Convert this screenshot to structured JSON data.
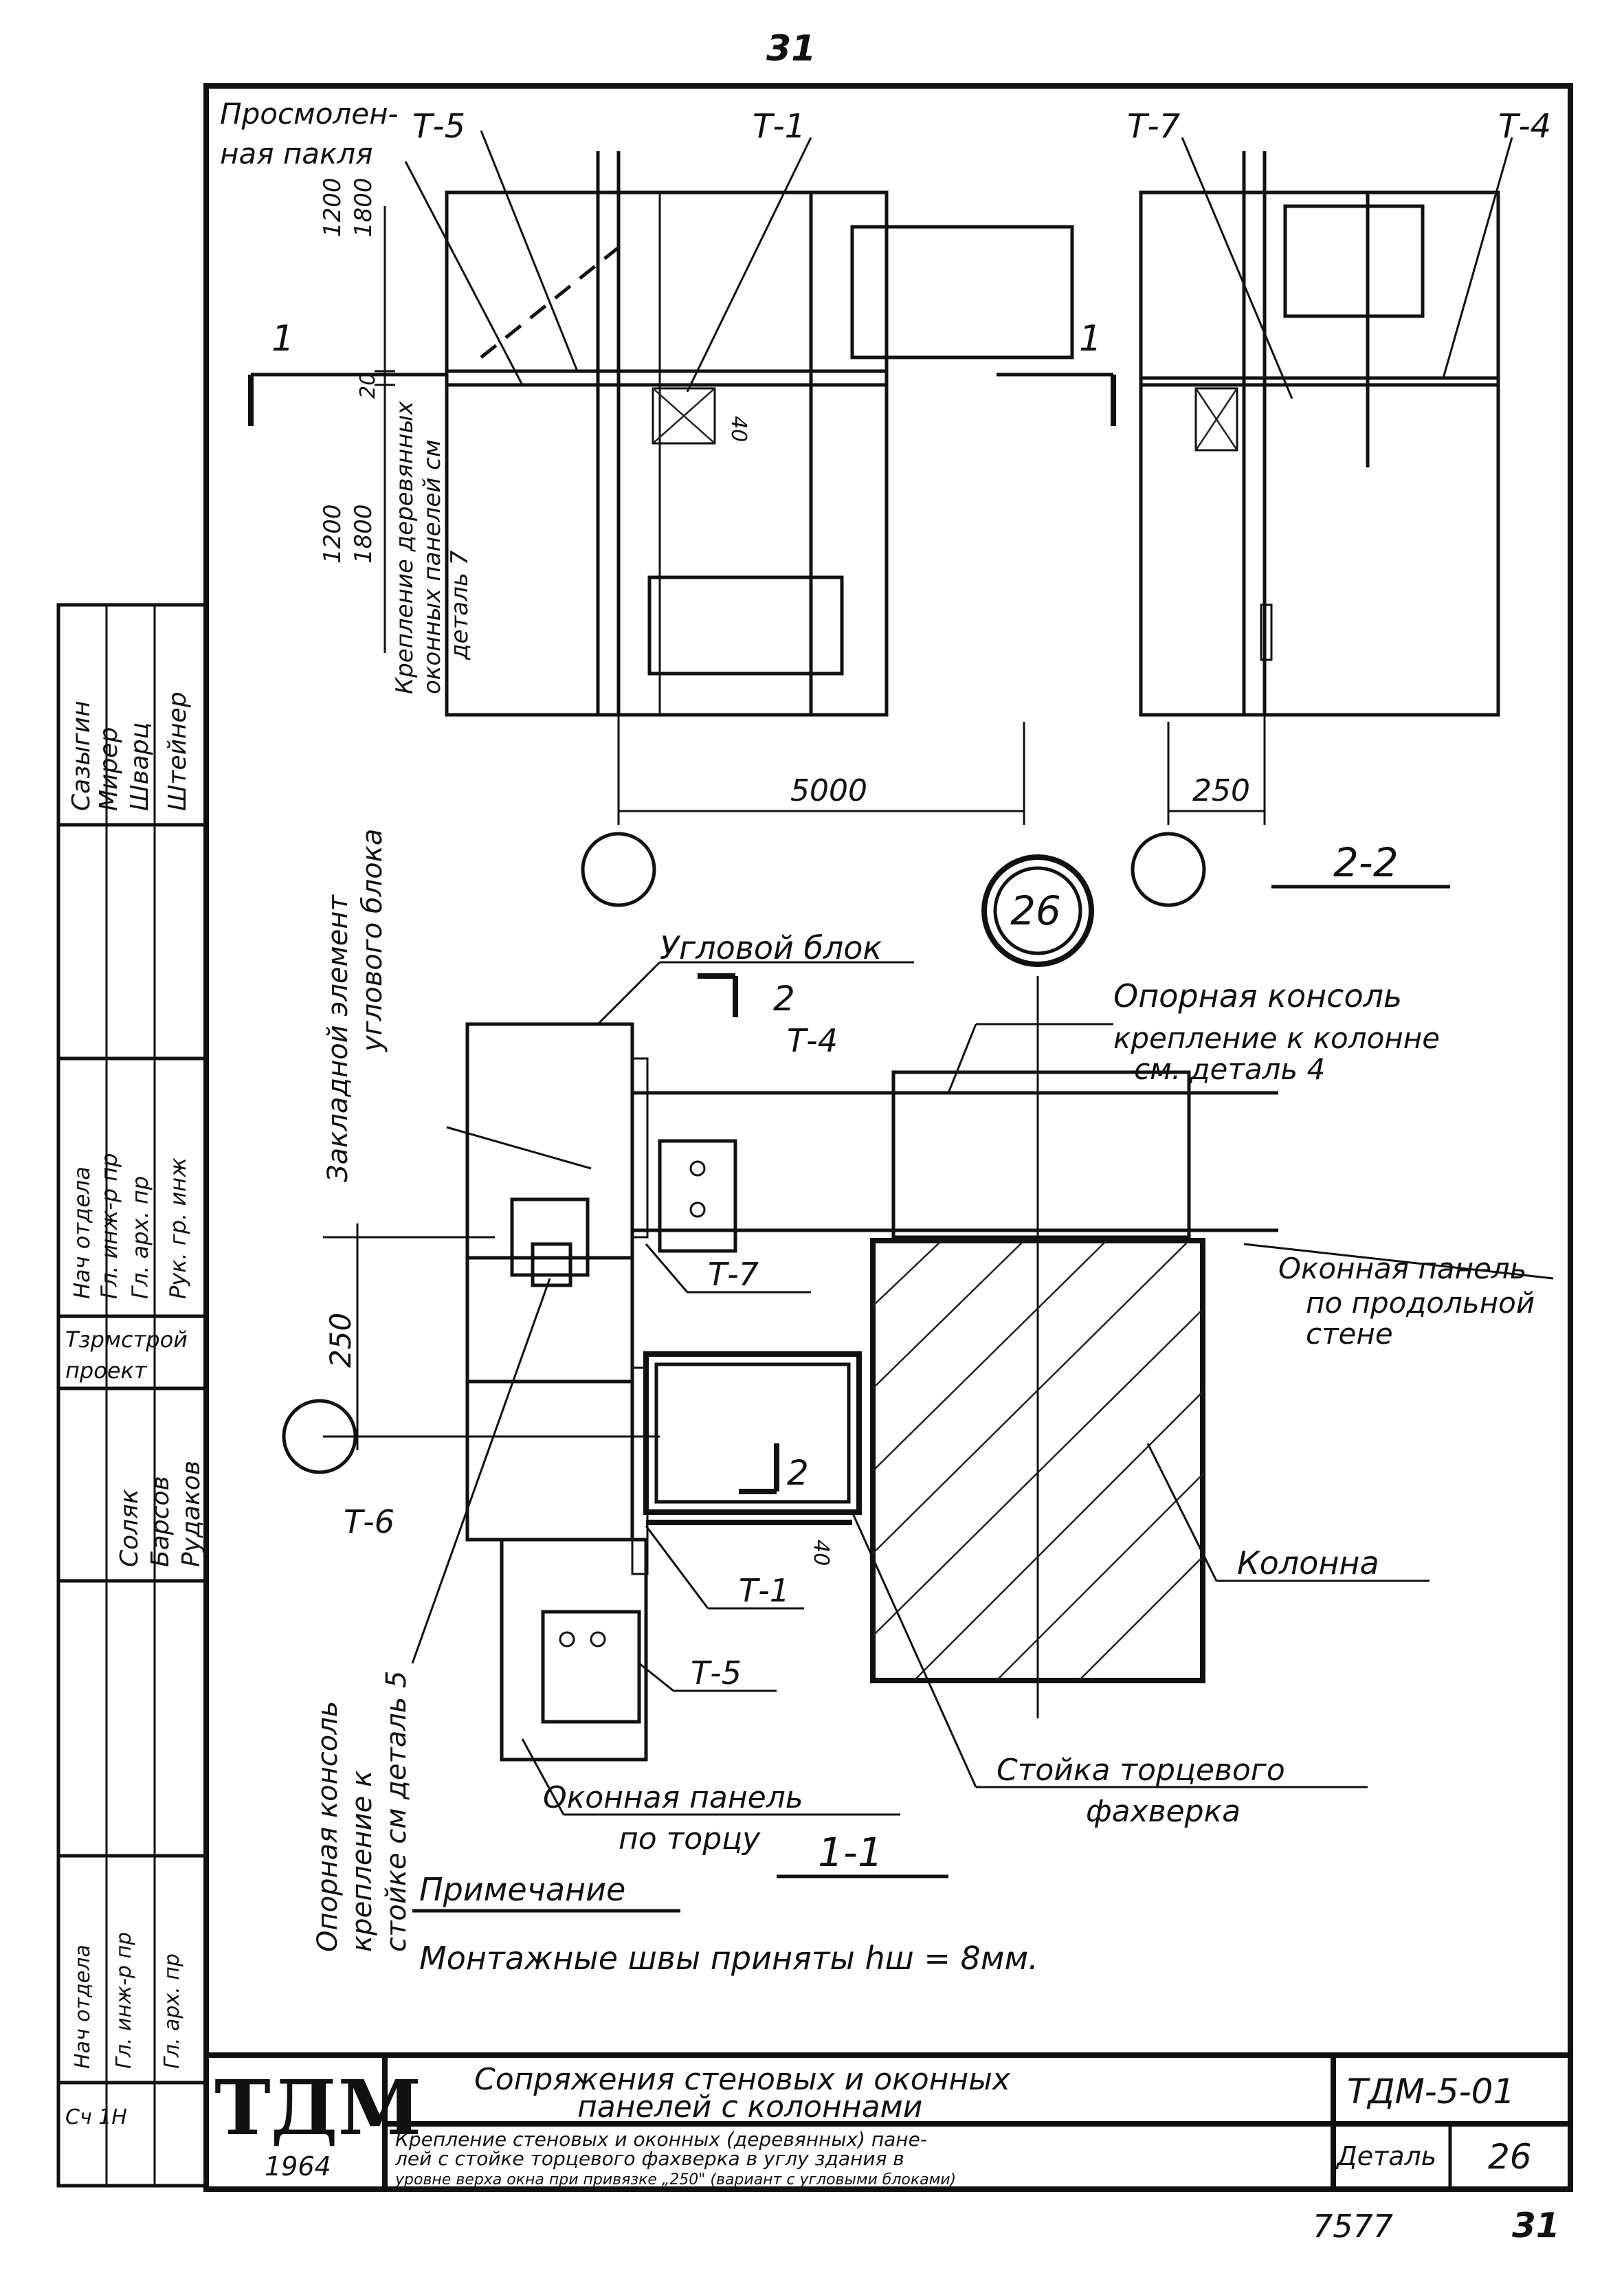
{
  "page": {
    "page_number_top": "31",
    "sheet_number_bottom": "7577",
    "page_number_bottom": "31"
  },
  "elevation": {
    "labels": {
      "tarred_tow": "Просмолен-\nная пакля",
      "t5": "Т-5",
      "t1": "Т-1",
      "t7": "Т-7",
      "t4": "Т-4",
      "dims_left_upper": "1200\n1800",
      "dim_20": "20",
      "dim_40": "40",
      "dims_left_lower": "1200\n1800",
      "fastening_note": "Крепление деревянных\nоконных панелей см\nдеталь 7",
      "span_5000": "5000",
      "span_250": "250",
      "section_mark_1_left": "1",
      "section_mark_1_right": "1",
      "section_title": "2-2"
    }
  },
  "detail_marker": "26",
  "plan": {
    "labels": {
      "corner_block": "Угловой блок",
      "embedded_element": "Закладной элемент\nуглового блока",
      "support_console": "Опорная консоль",
      "fastening_column": "крепление к колонне\nсм. деталь 4",
      "cut_2_top": "2",
      "t4": "Т-4",
      "window_panel_long": "Оконная панель\nпо продольной\nстене",
      "t7": "Т-7",
      "dim_250": "250",
      "t6": "Т-6",
      "cut_2_mid": "2",
      "dim_40": "40",
      "column": "Колонна",
      "t1": "Т-1",
      "t5": "Т-5",
      "support_console_left": "Опорная консоль\nкрепление к\nстойке см деталь 5",
      "window_panel_end": "Оконная панель\nпо торцу",
      "post_label": "Стойка торцевого\nфахверка",
      "section_title": "1-1"
    }
  },
  "note": {
    "heading": "Примечание",
    "text": "Монтажные швы приняты hш = 8мм."
  },
  "side_stamp": {
    "rows": [
      {
        "role": "Нач отдела",
        "name": "Сазыгин"
      },
      {
        "role": "Гл. инж-р пр",
        "name": "Мирер"
      },
      {
        "role": "Гл. арх. пр",
        "name": "Шварц"
      },
      {
        "role": "Рук. гр. инж",
        "name": "Штейнер"
      }
    ],
    "org_1": "Тзрмстрой\nпроект",
    "rows_2": [
      {
        "role": "Нач отдела",
        "name": "Соляк"
      },
      {
        "role": "Гл. инж-р пр",
        "name": "Барсов"
      },
      {
        "role": "Гл. арх. пр",
        "name": "Рудаков"
      }
    ],
    "bottom": "Сч 1Н"
  },
  "title_block": {
    "logo": "ТДМ",
    "year": "1964",
    "title": "Сопряжения стеновых и оконных\nпанелей с колоннами",
    "subtitle": "Крепление стеновых и оконных (деревянных) пане-\nлей с стойке торцевого фахверка в углу здания в\nуровне верха окна при привязке „250\" (вариант с угловыми блоками)",
    "code": "ТДМ-5-01",
    "detail_label": "Деталь",
    "detail_number": "26"
  }
}
